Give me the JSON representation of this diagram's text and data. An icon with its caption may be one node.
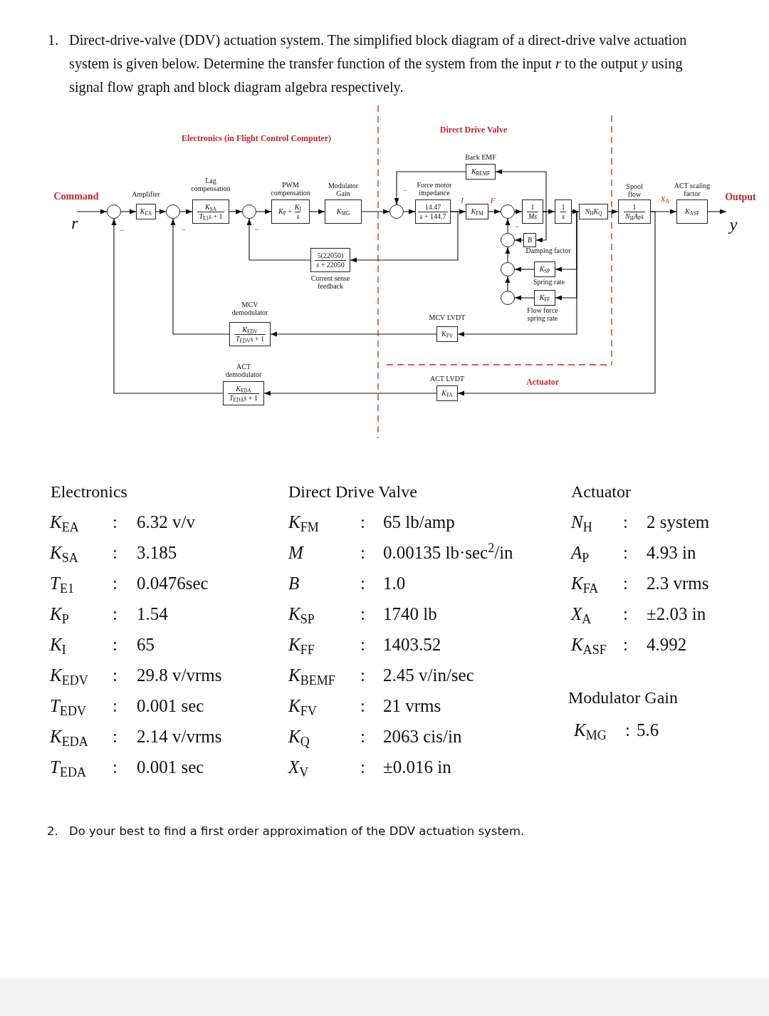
{
  "diagram": {
    "nodes": [
      {
        "text": [],
        "shape": "circle"
      },
      {
        "text": [
          "*K*$_{EA}$"
        ],
        "beside": [
          "Amplifier"
        ]
      },
      {
        "text": [],
        "shape": "circle"
      },
      {
        "text": [
          "*K*$_{SA}$",
          "*T*$_{E1}$*s* + 1"
        ],
        "beside": [
          "Lag compensation"
        ]
      },
      {
        "text": [],
        "shape": "circle"
      },
      {
        "text": [
          "*K*$_{P}$ +",
          "*K*$_{I}$",
          "*s*"
        ],
        "beside": [
          "PWM compensation"
        ]
      },
      {
        "text": [
          "*K*$_{MG}$"
        ],
        "beside": [
          "Modulator Gain"
        ]
      },
      {
        "text": [],
        "shape": "circle"
      },
      {
        "text": [
          "14.47",
          "*s* + 144.7"
        ],
        "beside": [
          "Force motor impedance"
        ]
      },
      {
        "text": [
          "*K*$_{FM}$"
        ]
      },
      {
        "text": [],
        "shape": "circle"
      },
      {
        "text": [
          "1",
          "*Ms*"
        ]
      },
      {
        "text": [
          "1",
          "*s*"
        ]
      },
      {
        "text": [
          "*N*$_{H}$*K*$_{Q}$"
        ]
      },
      {
        "text": [
          "1",
          "*N*$_{H}$*A*$_{P}$*s*"
        ],
        "beside": [
          "Spool flow"
        ]
      },
      {
        "text": [
          "*K*$_{ASF}$"
        ],
        "beside": [
          "ACT scaling factor"
        ]
      },
      {
        "text": [
          "*K*$_{BEMF}$"
        ],
        "beside": [
          "Back EMF"
        ]
      },
      {
        "text": [
          "*B*"
        ],
        "beside": [
          "Damping factor"
        ]
      },
      {
        "text": [],
        "shape": "circle"
      },
      {
        "text": [
          "*K*$_{SP}$"
        ],
        "beside": [
          "Spring rate"
        ]
      },
      {
        "text": [],
        "shape": "circle"
      },
      {
        "text": [
          "*K*$_{FF}$"
        ],
        "beside": [
          "Flow force spring rate"
        ]
      },
      {
        "text": [],
        "shape": "circle"
      },
      {
        "text": [
          "5(22050)",
          "*s* + 22050"
        ],
        "beside": [
          "Current sense feedback"
        ]
      },
      {
        "text": [
          "*K*$_{EDV}$",
          "*T*$_{EDV}$*s* + 1"
        ],
        "beside": [
          "MCV demodulator"
        ]
      },
      {
        "text": [
          "*K*$_{FV}$"
        ],
        "beside": [
          "MCV LVDT"
        ]
      },
      {
        "text": [
          "*K*$_{EDA}$",
          "*T*$_{EDA}$*s* + 1"
        ],
        "beside": [
          "ACT demodulator"
        ]
      },
      {
        "text": [
          "*K*$_{FA}$"
        ],
        "beside": [
          "ACT LVDT"
        ]
      },
      {
        "text": [
          "Output",
          "y"
        ]
      }
    ],
    "edges": [
      {
        "from": null,
        "to": 0,
        "arrow": "to"
      },
      {
        "from": 0,
        "to": 1,
        "arrow": "to"
      },
      {
        "from": 1,
        "to": 2,
        "arrow": "to"
      },
      {
        "from": 2,
        "to": 3,
        "arrow": "to"
      },
      {
        "from": 3,
        "to": 4,
        "arrow": "to"
      },
      {
        "from": 4,
        "to": 5,
        "arrow": "to"
      },
      {
        "from": 5,
        "to": 6,
        "arrow": "to"
      },
      {
        "from": 6,
        "to": 7,
        "arrow": "to"
      },
      {
        "from": 7,
        "to": 8,
        "arrow": "to"
      },
      {
        "from": 8,
        "to": 9,
        "arrow": "to",
        "label": "*I*"
      },
      {
        "from": 9,
        "to": 10,
        "arrow": "to",
        "label": "*F*"
      },
      {
        "from": 10,
        "to": 11,
        "arrow": "to"
      },
      {
        "from": 11,
        "to": 12,
        "arrow": "to"
      },
      {
        "from": 12,
        "to": 13,
        "arrow": "to"
      },
      {
        "from": 13,
        "to": 14,
        "arrow": "to"
      },
      {
        "from": 14,
        "to": 15,
        "arrow": "to",
        "label": "*X*$_{A}$"
      },
      {
        "from": 15,
        "to": 28,
        "arrow": "to"
      },
      {
        "from": 11,
        "to": 16,
        "arrow": "to"
      },
      {
        "from": 16,
        "to": 7,
        "arrow": "to"
      },
      {
        "from": 11,
        "to": 17,
        "arrow": "to"
      },
      {
        "from": 17,
        "to": 18,
        "arrow": "to"
      },
      {
        "from": 18,
        "to": 10,
        "arrow": "to"
      },
      {
        "from": 12,
        "to": 19,
        "arrow": "to"
      },
      {
        "from": 19,
        "to": 20,
        "arrow": "to"
      },
      {
        "from": 20,
        "to": 18,
        "arrow": "to"
      },
      {
        "from": 12,
        "to": 21,
        "arrow": "to"
      },
      {
        "from": 21,
        "to": 22,
        "arrow": "to"
      },
      {
        "from": 22,
        "to": 20,
        "arrow": "to"
      },
      {
        "from": 12,
        "to": 25,
        "arrow": "to"
      },
      {
        "from": 25,
        "to": 24,
        "arrow": "to"
      },
      {
        "from": 24,
        "to": 2,
        "arrow": "to"
      },
      {
        "from": 8,
        "to": 23,
        "arrow": "to"
      },
      {
        "from": 23,
        "to": 4,
        "arrow": "to"
      },
      {
        "from": 14,
        "to": 27,
        "arrow": "to"
      },
      {
        "from": 27,
        "to": 26,
        "arrow": "to"
      },
      {
        "from": 26,
        "to": 0,
        "arrow": "to"
      }
    ],
    "labels": [
      "1.",
      "Direct-drive-valve (DDV) actuation system. The simplified block diagram of a direct-drive valve actuation system is given below. Determine the transfer function of the system from the input *r* to the output *y* using signal flow graph and block diagram algebra respectively.",
      "Electronics (in Flight Control Computer)",
      "Direct Drive Valve",
      "Command",
      "r",
      "−",
      "−",
      "−",
      "−",
      "−",
      "Actuator",
      "Electronics",
      "*K*$_{EA}$",
      ":",
      "6.32 v/v",
      "*K*$_{SA}$",
      ":",
      "3.185",
      "*T*$_{E1}$",
      ":",
      "0.0476sec",
      "*K*$_{P}$",
      ":",
      "1.54",
      "*K*$_{I}$",
      ":",
      "65",
      "*K*$_{EDV}$",
      ":",
      "29.8 v/vrms",
      "*T*$_{EDV}$",
      ":",
      "0.001 sec",
      "*K*$_{EDA}$",
      ":",
      "2.14 v/vrms",
      "*T*$_{EDA}$",
      ":",
      "0.001 sec",
      "Direct Drive Valve",
      "*K*$_{FM}$",
      ":",
      "65 lb/amp",
      "*M*",
      ":",
      "0.00135 lb·sec$^{2}$/in",
      "*B*",
      ":",
      "1.0",
      "*K*$_{SP}$",
      ":",
      "1740 lb",
      "*K*$_{FF}$",
      ":",
      "1403.52",
      "*K*$_{BEMF}$",
      ":",
      "2.45 v/in/sec",
      "*K*$_{FV}$",
      ":",
      "21 vrms",
      "*K*$_{Q}$",
      ":",
      "2063 cis/in",
      "*X*$_{V}$",
      ":",
      "±0.016 in",
      "Actuator",
      "*N*$_{H}$",
      ":",
      "2 system",
      "*A*$_{P}$",
      ":",
      "4.93 in",
      "*K*$_{FA}$",
      ":",
      "2.3 vrms",
      "*X*$_{A}$",
      ":",
      "±2.03 in",
      "*K*$_{ASF}$",
      ":",
      "4.992",
      "Modulator Gain",
      "*K*$_{MG}$",
      ":",
      "5.6",
      "2.",
      "Do your best to find a first order approximation of the DDV actuation system."
    ]
  }
}
